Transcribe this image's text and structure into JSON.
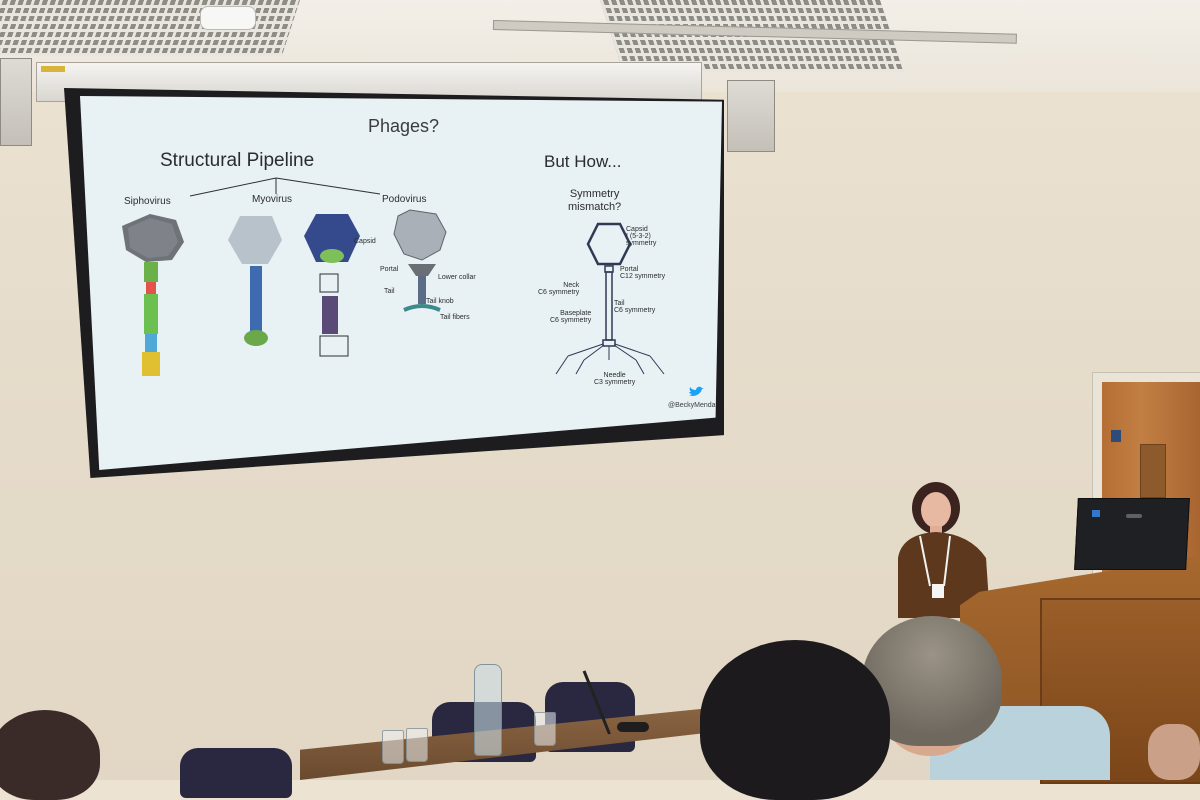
{
  "slide": {
    "title": "Phages?",
    "left_heading": "Structural Pipeline",
    "right_heading": "But How...",
    "phage_types": [
      "Siphovirus",
      "Myovirus",
      "Podovirus"
    ],
    "podovirus_annotations": {
      "capsid": "Capsid",
      "portal": "Portal",
      "lower_collar": "Lower collar",
      "tail": "Tail",
      "tail_knob": "Tail knob",
      "tail_fibers": "Tail fibers"
    },
    "symmetry_question_line1": "Symmetry",
    "symmetry_question_line2": "mismatch?",
    "diagram_labels": {
      "capsid_line1": "Capsid",
      "capsid_line2": "I (5-3-2)",
      "capsid_line3": "symmetry",
      "portal_line1": "Portal",
      "portal_line2": "C12 symmetry",
      "neck_line1": "Neck",
      "neck_line2": "C6 symmetry",
      "tail_line1": "Tail",
      "tail_line2": "C6 symmetry",
      "baseplate_line1": "Baseplate",
      "baseplate_line2": "C6 symmetry",
      "needle_line1": "Needle",
      "needle_line2": "C3 symmetry"
    },
    "twitter_handle": "@BeckyMenday",
    "icons": [
      "twitter-bird-icon"
    ]
  },
  "colors": {
    "slide_background": "#e8f1f3",
    "slide_text": "#2d2f33",
    "twitter_blue": "#1da1f2",
    "podium_wood": "#9a5e29",
    "door_wood": "#b56e33"
  }
}
